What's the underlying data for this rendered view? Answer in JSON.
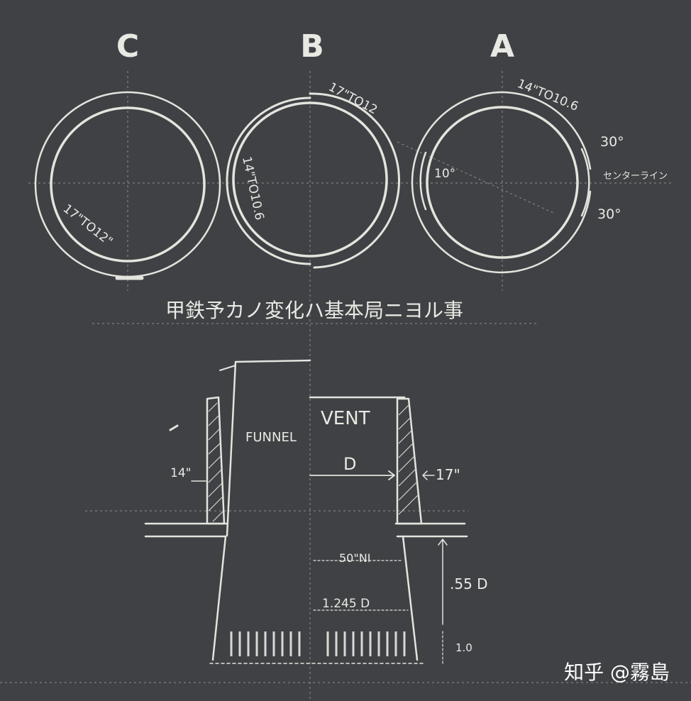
{
  "circles": [
    {
      "letter": "C",
      "notes": [
        "17\"TO12\""
      ]
    },
    {
      "letter": "B",
      "notes": [
        "17\"TO12",
        "14\"TO10.6"
      ]
    },
    {
      "letter": "A",
      "notes": [
        "14\"TO10.6",
        "30°",
        "センターライン",
        "30°",
        "10°"
      ]
    }
  ],
  "caption": "甲鉄予カノ変化ハ基本局ニヨル事",
  "section": {
    "funnel_label": "FUNNEL",
    "vent_label": "VENT",
    "d_label": "D",
    "left_thickness": "14\"",
    "right_thickness": "17\"",
    "mid_label": "50\"NI",
    "lower_label": "1.245 D",
    "height_label": ".55 D",
    "bottom_label": "1.0"
  },
  "watermark": "知乎 @霧島",
  "colors": {
    "background": "#3f4144",
    "chalk": "#e4e4de"
  }
}
